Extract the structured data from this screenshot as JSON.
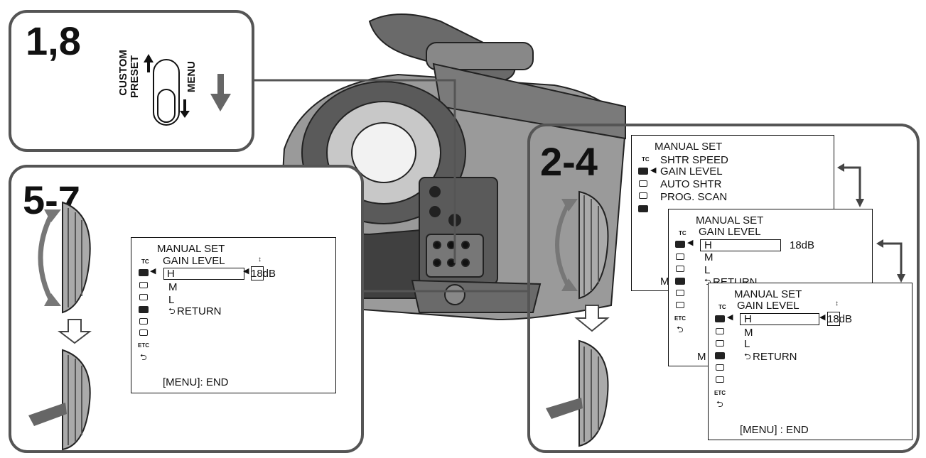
{
  "steps": {
    "panel_1": "1,8",
    "panel_2": "2-4",
    "panel_3": "5-7"
  },
  "switch": {
    "label_left_1": "CUSTOM",
    "label_left_2": "PRESET",
    "label_right": "MENU"
  },
  "menu_main": {
    "title": "MANUAL SET",
    "items": [
      "SHTR SPEED",
      "GAIN LEVEL",
      "AUTO SHTR",
      "PROG. SCAN"
    ]
  },
  "menu_gain": {
    "title": "MANUAL SET",
    "subtitle": "GAIN LEVEL",
    "options": [
      "H",
      "M",
      "L"
    ],
    "return_label": "RETURN",
    "value": "18dB",
    "footer": "[MENU]: END",
    "footer_alt": "[MENU] : END",
    "partial_footer": "M"
  },
  "icons": {
    "tc": "TC",
    "etc": "ETC",
    "list": [
      "tc-icon",
      "manual-set-icon",
      "camera-set-icon",
      "vtr-set-icon",
      "cm-set-icon",
      "lcd-set-icon",
      "tape-set-icon",
      "etc-icon",
      "return-icon"
    ]
  }
}
